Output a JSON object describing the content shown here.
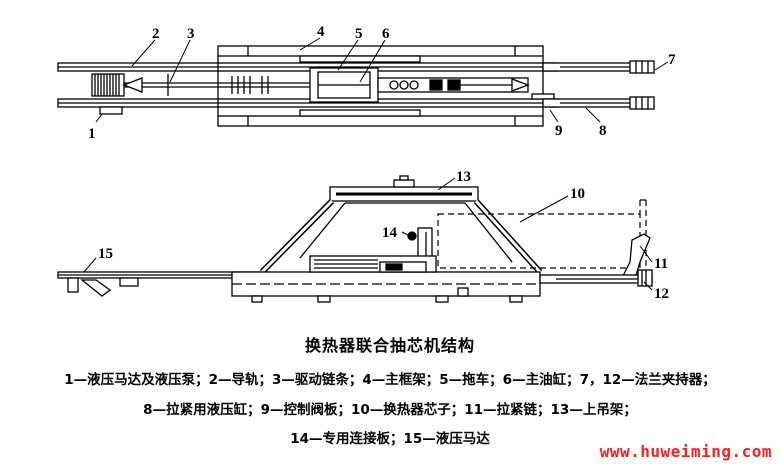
{
  "callouts": [
    "1",
    "2",
    "3",
    "4",
    "5",
    "6",
    "7",
    "8",
    "9",
    "10",
    "11",
    "12",
    "13",
    "14",
    "15"
  ],
  "title": "换热器联合抽芯机结构",
  "legend_lines": [
    "1—液压马达及液压泵；2—导轨；3—驱动链条；4—主框架；5—拖车；6—主油缸；7，12—法兰夹持器；",
    "8—拉紧用液压缸；9—控制阀板；10—换热器芯子；11—拉紧链；13—上吊架；",
    "14—专用连接板；15—液压马达"
  ],
  "watermark": "www.huweiming.com",
  "colors": {
    "line": "#000000",
    "watermark": "#ff1e1e"
  }
}
